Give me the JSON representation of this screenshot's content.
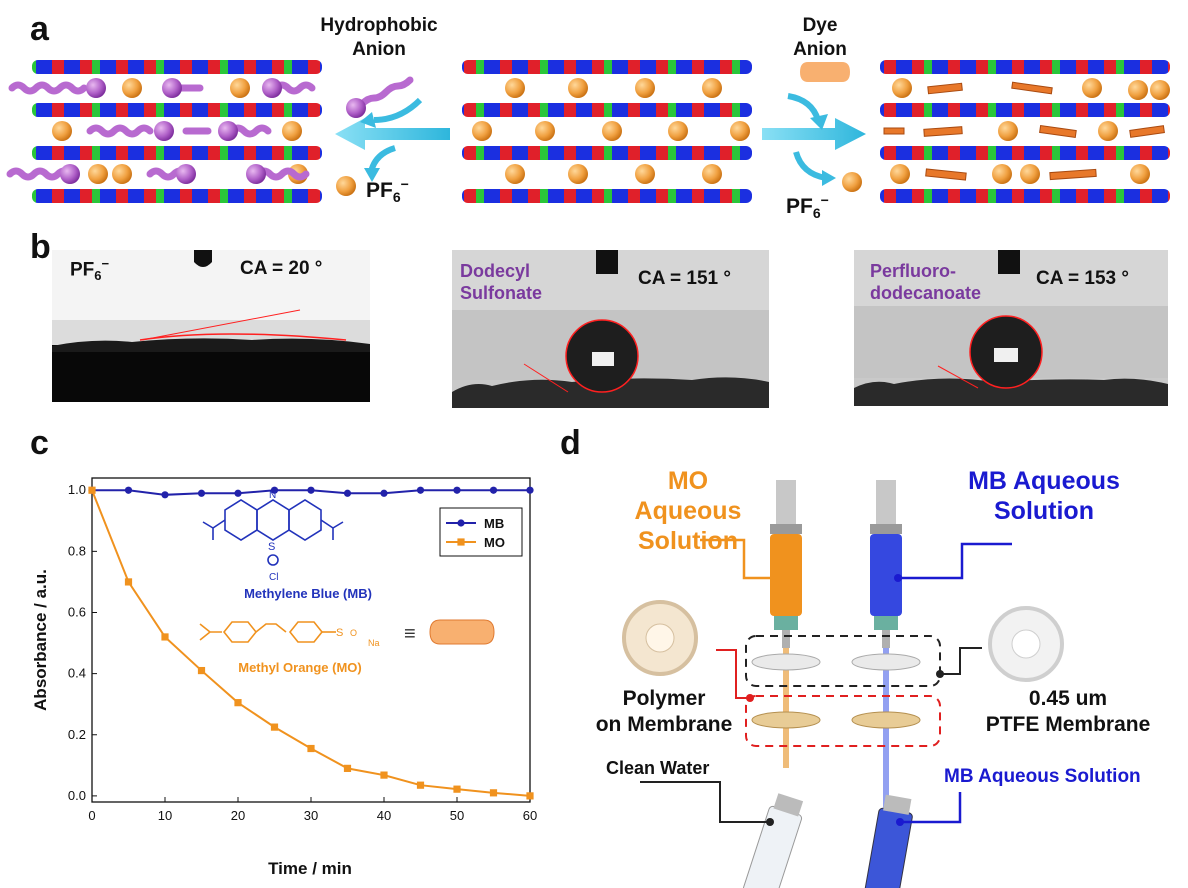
{
  "panels": {
    "a": "a",
    "b": "b",
    "c": "c",
    "d": "d"
  },
  "panel_a": {
    "left_arrow_label_line1": "Hydrophobic",
    "left_arrow_label_line2": "Anion",
    "right_arrow_label_line1": "Dye",
    "right_arrow_label_line2": "Anion",
    "pf6_left": "PF",
    "pf6_left_sub": "6",
    "pf6_left_sup": "−",
    "pf6_right": "PF",
    "pf6_right_sub": "6",
    "pf6_right_sup": "−"
  },
  "panel_b": {
    "photo1_anion": "PF",
    "photo1_anion_sub": "6",
    "photo1_anion_sup": "−",
    "photo1_ca": "CA = 20 °",
    "photo2_label_line1": "Dodecyl",
    "photo2_label_line2": "Sulfonate",
    "photo2_ca": "CA = 151 °",
    "photo3_label_line1": "Perfluoro-",
    "photo3_label_line2": "dodecanoate",
    "photo3_ca": "CA = 153 °"
  },
  "panel_c": {
    "mb_name": "Methylene Blue (MB)",
    "mo_name": "Methyl Orange (MO)"
  },
  "chart_data": {
    "type": "line",
    "xlabel": "Time / min",
    "ylabel": "Absorbance / a.u.",
    "xlim": [
      0,
      60
    ],
    "ylim": [
      -0.02,
      1.04
    ],
    "xticks": [
      "0",
      "10",
      "20",
      "30",
      "40",
      "50",
      "60"
    ],
    "yticks": [
      "0.0",
      "0.2",
      "0.4",
      "0.6",
      "0.8",
      "1.0"
    ],
    "legend_position": "top-right",
    "x": [
      0,
      5,
      10,
      15,
      20,
      25,
      30,
      35,
      40,
      45,
      50,
      55,
      60
    ],
    "series": [
      {
        "name": "MB",
        "color": "#2222aa",
        "marker": "circle",
        "values": [
          1.0,
          1.0,
          0.985,
          0.99,
          0.99,
          1.0,
          1.0,
          0.99,
          0.99,
          1.0,
          1.0,
          1.0,
          1.0
        ]
      },
      {
        "name": "MO",
        "color": "#f0921e",
        "marker": "square",
        "values": [
          1.0,
          0.7,
          0.52,
          0.41,
          0.305,
          0.225,
          0.155,
          0.09,
          0.068,
          0.035,
          0.022,
          0.01,
          0.0
        ]
      }
    ]
  },
  "panel_d": {
    "mo_solution_line1": "MO Aqueous",
    "mo_solution_line2": "Solution",
    "mb_solution_line1": "MB Aqueous",
    "mb_solution_line2": "Solution",
    "polymer_line1": "Polymer",
    "polymer_line2": "on Membrane",
    "ptfe_line1": "0.45 um",
    "ptfe_line2": "PTFE Membrane",
    "clean_water": "Clean Water",
    "mb_output": "MB Aqueous Solution"
  },
  "colors": {
    "orange": "#f0921e",
    "blue": "#1a1ad0",
    "purple": "#7a3a9e",
    "red": "#e02020",
    "cyan_arrow": "#4cc8e8"
  }
}
